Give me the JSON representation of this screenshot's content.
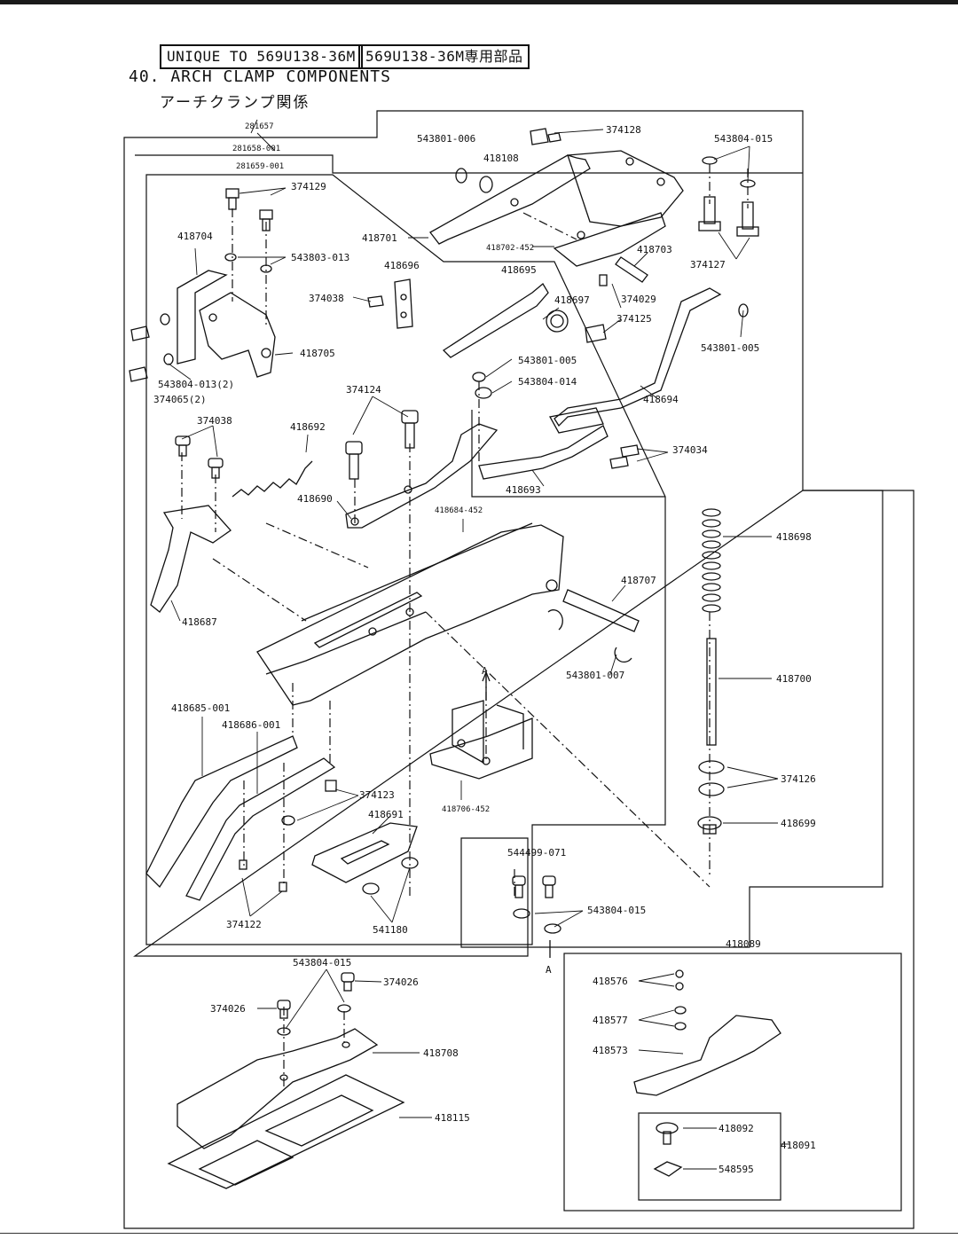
{
  "header": {
    "unique_label": "UNIQUE TO 569U138-36M",
    "unique_label_jp": "569U138-36M専用部品",
    "section_title": "40. ARCH CLAMP COMPONENTS",
    "section_title_jp": "アーチクランプ関係"
  },
  "part_numbers": {
    "p281657": "281657",
    "p281658": "281658-001",
    "p281659": "281659-001",
    "p374129": "374129",
    "p418704": "418704",
    "p543803_013": "543803-013",
    "p418701": "418701",
    "p418696": "418696",
    "p374038a": "374038",
    "p418705": "418705",
    "p543804_013_2": "543804-013(2)",
    "p374065_2": "374065(2)",
    "p543801_006": "543801-006",
    "p418108": "418108",
    "p374128": "374128",
    "p543804_015a": "543804-015",
    "p418702_452": "418702-452",
    "p418703": "418703",
    "p374127": "374127",
    "p418695": "418695",
    "p418697": "418697",
    "p374029": "374029",
    "p374125": "374125",
    "p543801_005a": "543801-005",
    "p543801_005b": "543801-005",
    "p543804_014": "543804-014",
    "p418694": "418694",
    "p374124": "374124",
    "p374038b": "374038",
    "p418692": "418692",
    "p374034": "374034",
    "p418690": "418690",
    "p418693": "418693",
    "p418684_452": "418684-452",
    "p418698": "418698",
    "p418707": "418707",
    "p418687": "418687",
    "p543801_007": "543801-007",
    "p418700": "418700",
    "pA1": "A",
    "p418685": "418685-001",
    "p418686": "418686-001",
    "p374123": "374123",
    "p418691": "418691",
    "p418706_452": "418706-452",
    "p374126": "374126",
    "p418699": "418699",
    "p374122": "374122",
    "p541180": "541180",
    "p544499_071": "544499-071",
    "p543804_015b": "543804-015",
    "pA2": "A",
    "p418089": "418089",
    "p543804_015c": "543804-015",
    "p374026a": "374026",
    "p374026b": "374026",
    "p418576": "418576",
    "p418577": "418577",
    "p418573": "418573",
    "p418708": "418708",
    "p418115": "418115",
    "p418092": "418092",
    "p418091": "418091",
    "p548595": "548595"
  }
}
